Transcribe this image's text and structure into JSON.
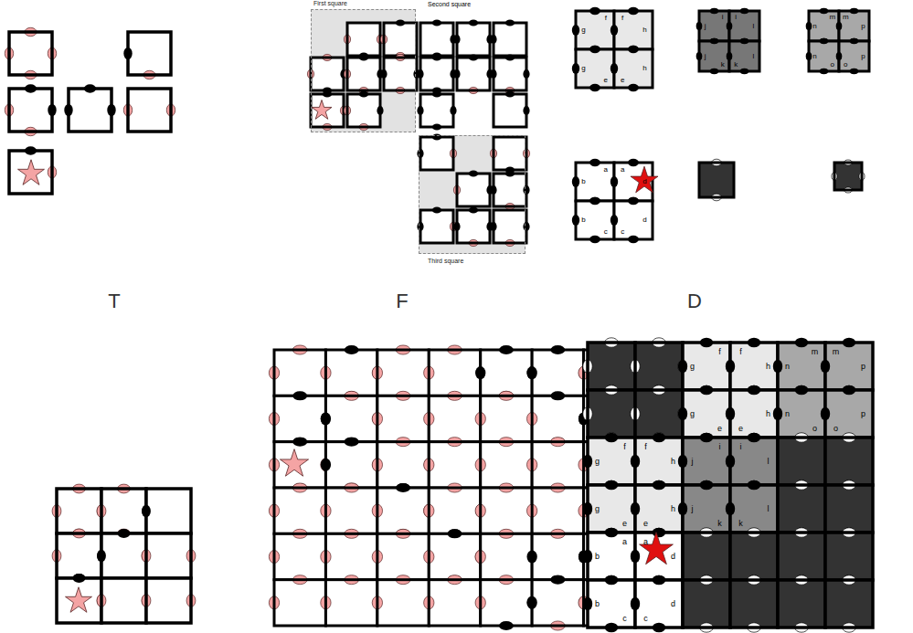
{
  "diagram": {
    "nodes": [
      {
        "text": [
          "First square"
        ]
      },
      {
        "text": [
          "Third square"
        ]
      }
    ],
    "labels": [
      "Second square",
      "f",
      "f",
      "g",
      "h",
      "g",
      "h",
      "e",
      "e",
      "i",
      "i",
      "j",
      "l",
      "j",
      "l",
      "k",
      "k",
      "m",
      "m",
      "n",
      "p",
      "n",
      "p",
      "o",
      "o",
      "a",
      "a",
      "b",
      "d",
      "b",
      "d",
      "c",
      "c",
      "T",
      "F",
      "D",
      "f",
      "f",
      "g",
      "h",
      "g",
      "h",
      "e",
      "e",
      "m",
      "m",
      "n",
      "p",
      "n",
      "p",
      "o",
      "o",
      "f",
      "f",
      "g",
      "h",
      "g",
      "h",
      "e",
      "e",
      "i",
      "i",
      "j",
      "l",
      "j",
      "l",
      "k",
      "k",
      "a",
      "a",
      "b",
      "d",
      "b",
      "d",
      "c",
      "c"
    ]
  }
}
